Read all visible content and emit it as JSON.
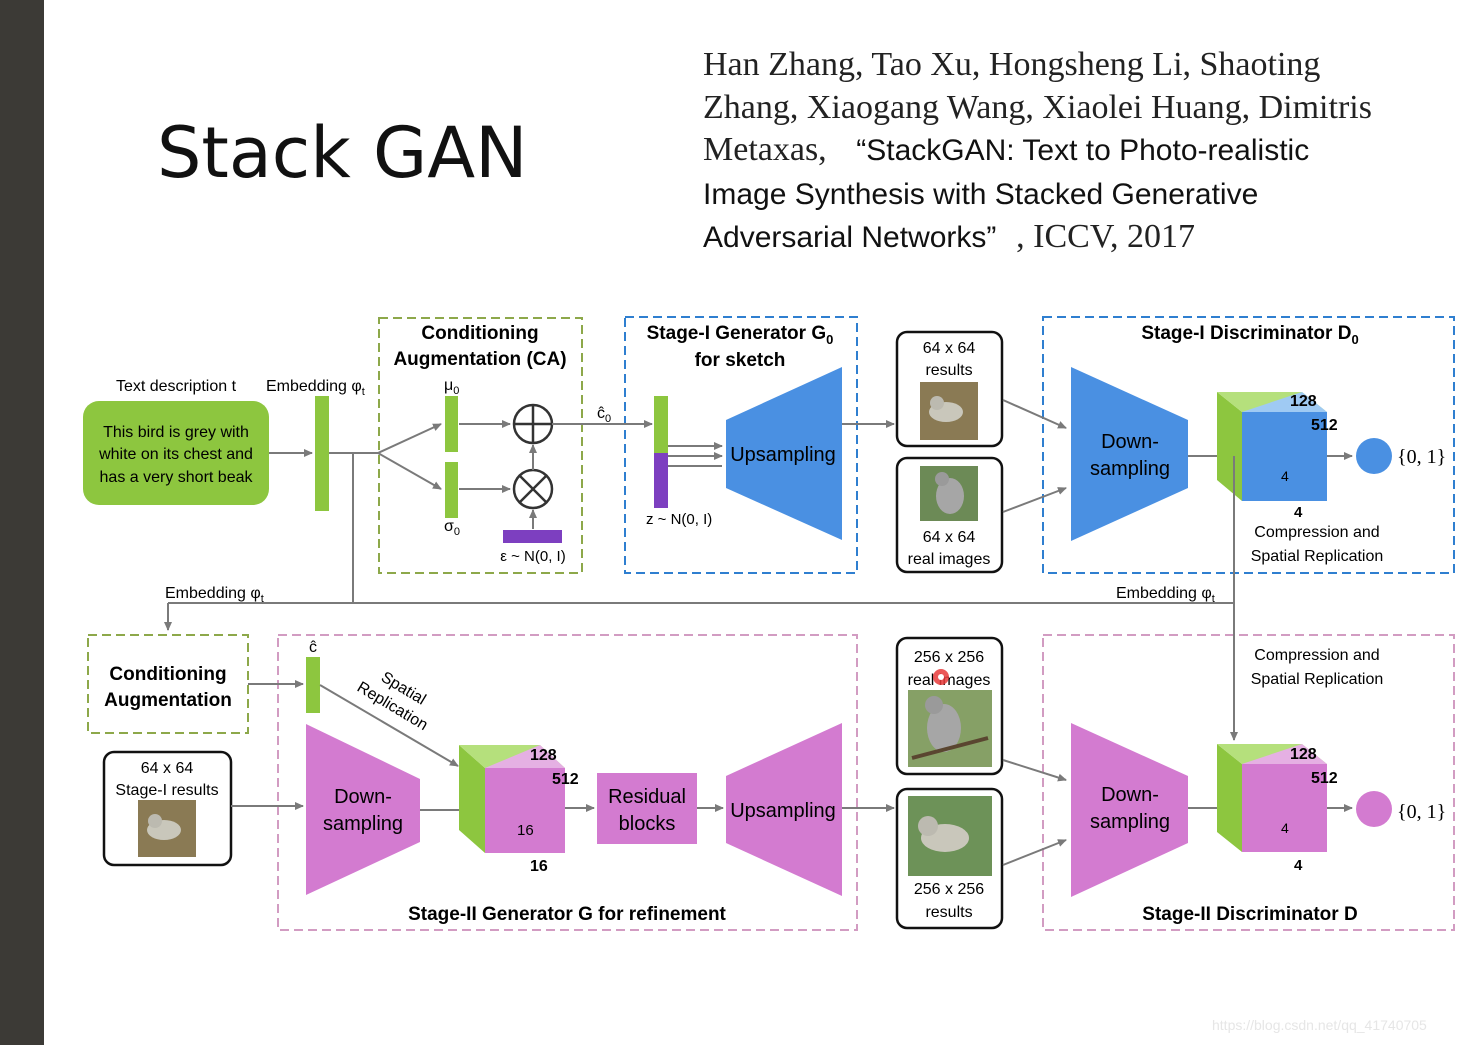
{
  "slide": {
    "title": "Stack GAN",
    "citation": {
      "authors_line1": "Han Zhang, Tao Xu, Hongsheng Li, Shaoting",
      "authors_line2": "Zhang, Xiaogang Wang, Xiaolei Huang, Dimitris",
      "authors_line3": "Metaxas,",
      "paper_title_line1": "“StackGAN: Text to Photo-realistic",
      "paper_title_line2": "Image Synthesis with Stacked Generative",
      "paper_title_line3": "Adversarial Networks”",
      "venue": ", ICCV, 2017"
    },
    "watermark": "https://blog.csdn.net/qq_41740705"
  },
  "diagram": {
    "text_description_label": "Text description t",
    "text_description_l1": "This bird is grey with",
    "text_description_l2": "white on its chest and",
    "text_description_l3": "has a very short beak",
    "embedding_label": "Embedding φ",
    "embedding_sub": "t",
    "ca_title_l1": "Conditioning",
    "ca_title_l2": "Augmentation (CA)",
    "mu": "μ",
    "sigma": "σ",
    "sub0": "0",
    "epsilon": "ε ~ N(0, I)",
    "c0_hat": "ĉ",
    "g0_title_l1": "Stage-I Generator G",
    "g0_title_l2": "for sketch",
    "z_noise": "z ~ N(0, I)",
    "upsampling": "Upsampling",
    "res64_l1": "64 x 64",
    "res64_l2": "results",
    "real64_l1": "64 x 64",
    "real64_l2": "real images",
    "d0_title": "Stage-I Discriminator D",
    "downsampling_l1": "Down-",
    "downsampling_l2": "sampling",
    "n128": "128",
    "n512": "512",
    "n4": "4",
    "n16": "16",
    "output_label": "{0, 1}",
    "compression_l1": "Compression and",
    "compression_l2": "Spatial Replication",
    "ca2_l1": "Conditioning",
    "ca2_l2": "Augmentation",
    "c_hat": "ĉ",
    "spatial_l1": "Spatial",
    "spatial_l2": "Replication",
    "stage1_results_l1": "64 x 64",
    "stage1_results_l2": "Stage-I results",
    "residual_l1": "Residual",
    "residual_l2": "blocks",
    "real256_l1": "256 x 256",
    "real256_l2": "real images",
    "res256_l1": "256 x 256",
    "res256_l2": "results",
    "g_title": "Stage-II Generator G for refinement",
    "d_title": "Stage-II Discriminator D"
  },
  "colors": {
    "green": "#8dc63f",
    "green_light": "#b5e07c",
    "blue": "#4a90e2",
    "blue_light": "#9fcaf3",
    "magenta": "#d37bd0",
    "magenta_light": "#e5b0e3",
    "purple": "#7d3fc0",
    "stage1_border": "#2f7fd0",
    "ca_border": "#8da84a",
    "stage2_border": "#d29cc2"
  }
}
